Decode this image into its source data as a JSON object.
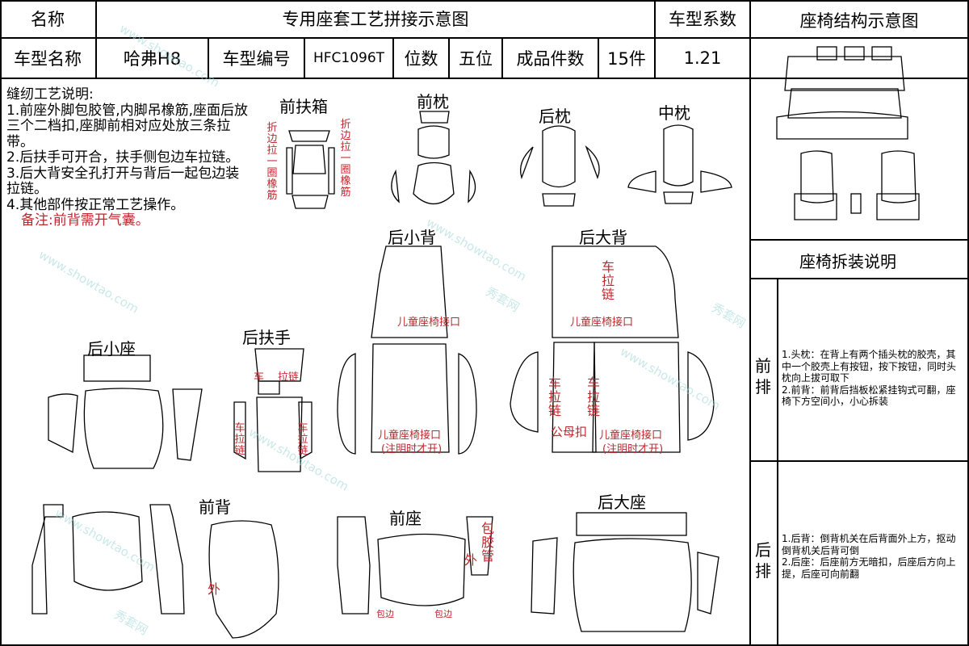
{
  "header": {
    "name_label": "名称",
    "diagram_title": "专用座套工艺拼接示意图",
    "coef_label": "车型系数",
    "structure_title": "座椅结构示意图"
  },
  "info": {
    "model_label": "车型名称",
    "model_value": "哈弗H8",
    "code_label": "车型编号",
    "code_value": "HFC1096T",
    "seats_label": "位数",
    "seats_value": "五位",
    "count_label": "成品件数",
    "count_value": "15件",
    "coef_value": "1.21"
  },
  "notes": {
    "heading": "缝纫工艺说明:",
    "items": [
      "1.前座外脚包胶管,内脚吊橡筋,座面后放三个二档扣,座脚前相对应处放三条拉带。",
      "2.后扶手可开合，扶手侧包边车拉链。",
      "3.后大背安全孔打开与背后一起包边装拉链。",
      "4.其他部件按正常工艺操作。"
    ],
    "remark": "备注:前背需开气囊。"
  },
  "pieces": {
    "front_armbox": "前扶箱",
    "front_pillow": "前枕",
    "rear_pillow": "后枕",
    "mid_pillow": "中枕",
    "rear_small_back": "后小背",
    "rear_big_back": "后大背",
    "rear_small_seat": "后小座",
    "rear_armrest": "后扶手",
    "front_back": "前背",
    "front_seat": "前座",
    "rear_big_seat": "后大座"
  },
  "labels": {
    "fold_elastic": "折边拉一圈橡筋",
    "child_seat": "儿童座椅接口",
    "child_seat_note": "(注明时才开)",
    "zipper_vert": "车拉链",
    "zipper_left": "车",
    "zipper_right": "拉链",
    "zip_v": "车拉链",
    "mother_buckle": "公母扣",
    "outer": "外",
    "hem": "包边",
    "hose": "包胶管"
  },
  "side": {
    "disassembly_title": "座椅拆装说明",
    "front_row": "前排",
    "rear_row": "后排",
    "front_text": "1.头枕：在背上有两个插头枕的胶壳，其中一个胶壳上有按钮，按下按钮，同时头枕向上拔可取下\n2.前背：前背后挡板松紧挂钩式可翻，座椅下方空间小，小心拆装",
    "rear_text": "1.后背：倒背机关在后背面外上方，抠动倒背机关后背可倒\n2.后座：后座前方无暗扣，后座后方向上提，后座可向前翻"
  },
  "watermark": {
    "domain": "www.showtao.com",
    "brand": "秀套网"
  }
}
